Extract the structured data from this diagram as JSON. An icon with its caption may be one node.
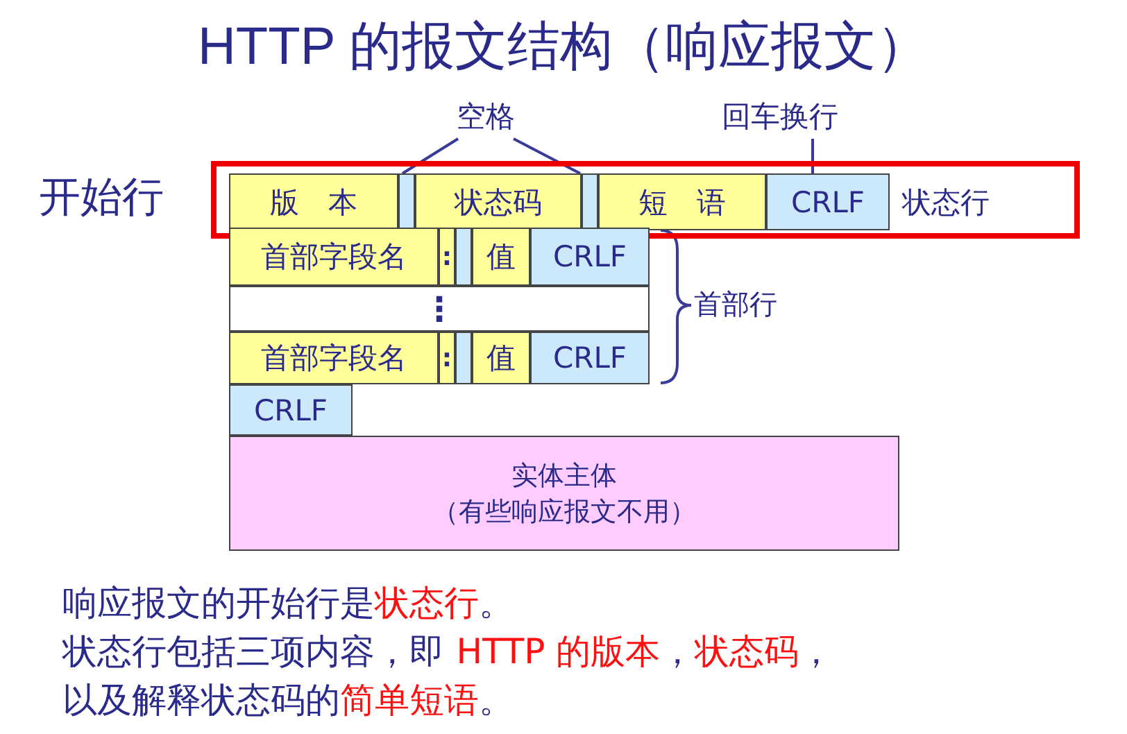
{
  "diagram": {
    "title": "HTTP 的报文结构（响应报文）",
    "nodes": [
      {
        "text": [
          "空格"
        ]
      },
      {
        "text": [
          "回车换行"
        ]
      },
      {
        "text": [
          "状态行"
        ],
        "beside": [
          "开始行"
        ]
      },
      {
        "text": [
          "版 本"
        ],
        "in": 2
      },
      {
        "text": [],
        "shape": "bar",
        "in": 2
      },
      {
        "text": [
          "状态码"
        ],
        "in": 2
      },
      {
        "text": [],
        "shape": "bar",
        "in": 2
      },
      {
        "text": [
          "短 语"
        ],
        "in": 2
      },
      {
        "text": [
          "CRLF"
        ],
        "in": 2
      },
      {
        "text": [
          "首部字段名"
        ]
      },
      {
        "text": [
          ":"
        ]
      },
      {
        "text": [],
        "shape": "bar"
      },
      {
        "text": [
          "值"
        ]
      },
      {
        "text": [
          "CRLF"
        ]
      },
      {
        "text": [
          "⋮"
        ]
      },
      {
        "text": [
          "首部字段名"
        ]
      },
      {
        "text": [
          ":"
        ]
      },
      {
        "text": [],
        "shape": "bar"
      },
      {
        "text": [
          "值"
        ]
      },
      {
        "text": [
          "CRLF"
        ]
      },
      {
        "text": [
          "CRLF"
        ]
      },
      {
        "text": [
          "实体主体",
          "（有些响应报文不用）"
        ]
      }
    ],
    "edges": [
      {
        "from": 0,
        "to": 4,
        "arrow": "none"
      },
      {
        "from": 0,
        "to": 6,
        "arrow": "none"
      },
      {
        "from": 1,
        "to": 8,
        "arrow": "none"
      }
    ],
    "labels": [
      "首部行",
      "响应报文的开始行是",
      "状态行",
      "。",
      "状态行包括三项内容，即",
      "HTTP 的版本",
      "，",
      "状态码",
      "，",
      "以及解释状态码的",
      "简单短语",
      "。"
    ]
  }
}
